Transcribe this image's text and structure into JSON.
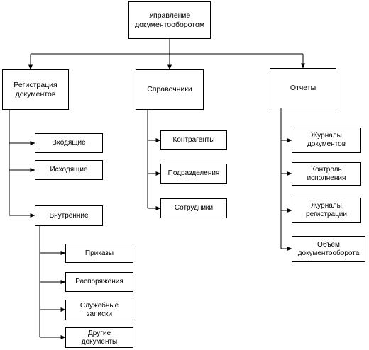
{
  "root": {
    "label": "Управление\nдокументооборотом"
  },
  "registration": {
    "label": "Регистрация\nдокументов",
    "incoming": "Входящие",
    "outgoing": "Исходящие",
    "internal": {
      "label": "Внутренние",
      "orders": "Приказы",
      "directives": "Распоряжения",
      "memos": "Служебные\nзаписки",
      "other": "Другие\nдокументы"
    }
  },
  "references": {
    "label": "Справочники",
    "contractors": "Контрагенты",
    "departments": "Подразделения",
    "employees": "Сотрудники"
  },
  "reports": {
    "label": "Отчеты",
    "doc_journals": "Журналы\nдокументов",
    "execution_control": "Контроль\nисполнения",
    "registration_journals": "Журналы\nрегистрации",
    "workflow_volume": "Объем\nдокументооборота"
  }
}
